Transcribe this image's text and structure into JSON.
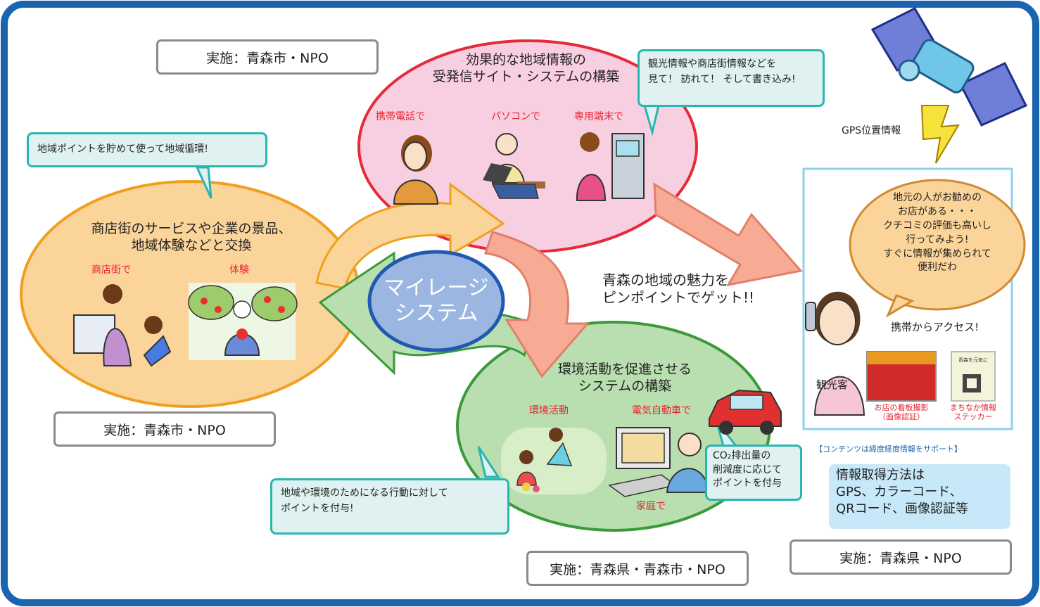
{
  "boxes": {
    "top_left": "実施：青森市・NPO",
    "bottom_left": "実施：青森市・NPO",
    "bottom_center": "実施：青森県・青森市・NPO",
    "bottom_right": "実施：青森県・NPO"
  },
  "pink": {
    "title_line1": "効果的な地域情報の",
    "title_line2": "受発信サイト・システムの構築",
    "labels": [
      "携帯電話で",
      "パソコンで",
      "専用端末で"
    ]
  },
  "orange": {
    "title_line1": "商店街のサービスや企業の景品、",
    "title_line2": "地域体験などと交換",
    "labels": [
      "商店街で",
      "体験"
    ]
  },
  "green": {
    "title_line1": "環境活動を促進させる",
    "title_line2": "システムの構築",
    "labels": [
      "環境活動",
      "電気自動車で",
      "家庭で"
    ]
  },
  "center": {
    "line1": "マイレージ",
    "line2": "システム"
  },
  "bubbles": {
    "points": "地域ポイントを貯めて使って地域循環!",
    "tourism_line1": "観光情報や商店街情報などを",
    "tourism_line2": "見て！ 訪れて！ そして書き込み!",
    "action_line1": "地域や環境のためになる行動に対して",
    "action_line2": "ポイントを付与!",
    "co2_line1": "CO₂排出量の",
    "co2_line2": "削減度に応じて",
    "co2_line3": "ポイントを付与"
  },
  "middle_text_line1": "青森の地域の魅力を",
  "middle_text_line2": "ピンポイントでゲット!!",
  "gps_label": "GPS位置情報",
  "tourist": {
    "speech": [
      "地元の人がお勧めの",
      "お店がある・・・",
      "クチコミの評価も高いし",
      "行ってみよう!",
      "すぐに情報が集められて",
      "便利だわ"
    ],
    "access": "携帯からアクセス!",
    "person_label": "観光客",
    "photo1_line1": "お店の看板撮影",
    "photo1_line2": "（画像認証）",
    "photo2_line1": "まちなか情報",
    "photo2_line2": "ステッカー",
    "sticker_text": "青森を元気に"
  },
  "contents_note": "【コンテンツは緯度経度情報をサポート】",
  "acquisition": {
    "line1": "情報取得方法は",
    "line2": "GPS、カラーコード、",
    "line3": "QRコード、画像認証等"
  },
  "colors": {
    "frame": "#1a64b0",
    "pink_fill": "#f8cfe0",
    "pink_stroke": "#e52a3a",
    "orange_fill": "#fbd49a",
    "orange_stroke": "#f0a020",
    "green_fill": "#b9dfb0",
    "green_stroke": "#3a9a3a",
    "center_fill": "#9bb6e0",
    "center_stroke": "#1f59b0",
    "bubble_fill": "#dff1f0",
    "bubble_stroke": "#2bb5b0",
    "label_red": "#e8232f"
  }
}
